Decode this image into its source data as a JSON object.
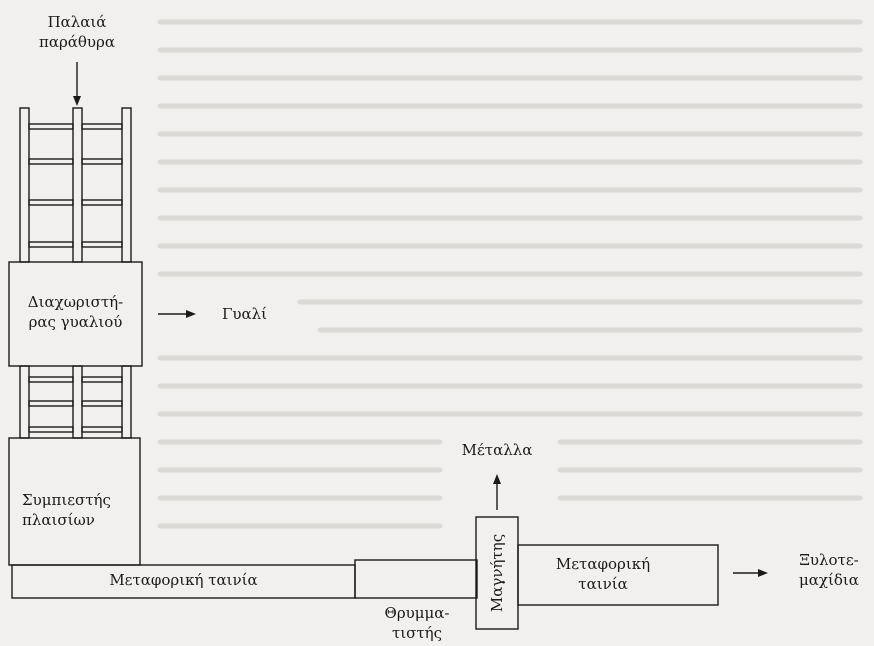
{
  "labels": {
    "old_windows": [
      "Παλαιά",
      "παράθυρα"
    ],
    "glass_separator": [
      "Διαχωριστή-",
      "ρας γυαλιού"
    ],
    "glass": "Γυαλί",
    "frame_compressor": [
      "Συμπιεστής",
      "πλαισίων"
    ],
    "conveyor_left": "Μεταφορική ταινία",
    "shredder": [
      "Θρυμμα-",
      "τιστής"
    ],
    "magnet": "Μαγνήτης",
    "metals": "Μέταλλα",
    "conveyor_right": [
      "Μεταφορική",
      "ταινία"
    ],
    "wood_chips": [
      "Ξυλοτε-",
      "μαχίδια"
    ]
  },
  "colors": {
    "ink": "#1a1a1a",
    "paper": "#f1f0ee",
    "bleed": "#cfcdca"
  }
}
